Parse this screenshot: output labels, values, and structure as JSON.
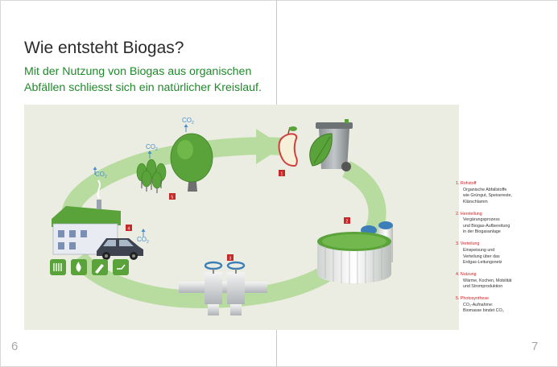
{
  "page": {
    "title": "Wie entsteht Biogas?",
    "subtitle_lines": [
      "Mit der Nutzung von Biogas aus organischen",
      "Abfällen schliesst sich ein natürlicher Kreislauf."
    ],
    "page_left": "6",
    "page_right": "7"
  },
  "badges": [
    "1",
    "2",
    "3",
    "4",
    "5"
  ],
  "co2": {
    "main": "CO",
    "sub": "2"
  },
  "legend": [
    {
      "head": "1. Rohstoff",
      "lines": [
        "Organische Abfallstoffe",
        "wie Grüngut, Speisereste,",
        "Klärschlamm"
      ]
    },
    {
      "head": "2. Herstellung",
      "lines": [
        "Vergärungsprozess",
        "und Biogas-Aufbereitung",
        "in der Biogasanlage"
      ]
    },
    {
      "head": "3. Verteilung",
      "lines": [
        "Einspeisung und",
        "Verteilung über das",
        "Erdgas-Leitungsnetz"
      ]
    },
    {
      "head": "4. Nutzung",
      "lines": [
        "Wärme, Kochen, Mobilität",
        "und Stromproduktion"
      ]
    },
    {
      "head": "5. Photosynthese",
      "lines": [
        "CO₂-Aufnahme:",
        "Biomasse bindet CO₂"
      ]
    }
  ],
  "colors": {
    "title": "#2b2b2b",
    "subtitle": "#1f8a2a",
    "badge": "#c62828",
    "cycle": "#b8dca0",
    "panel": "#ecede2",
    "co2": "#4a8fc8"
  },
  "icons": [
    "apple-core-icon",
    "compost-bin-icon",
    "leaf-icon",
    "biogas-plant-icon",
    "gas-valve-icon",
    "house-icon",
    "car-icon",
    "radiator-icon",
    "flame-icon",
    "fuel-pump-icon",
    "plug-icon",
    "tree-icon",
    "forest-icon"
  ]
}
